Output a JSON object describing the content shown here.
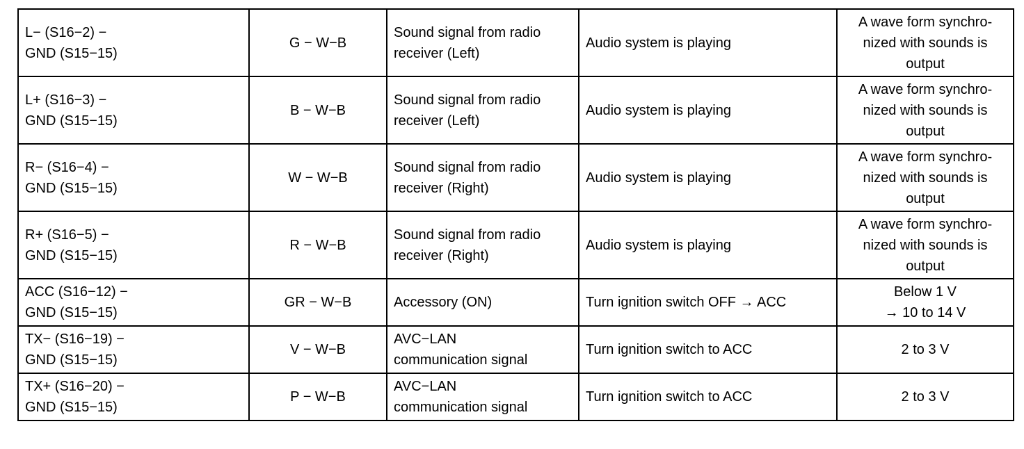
{
  "table": {
    "rows": [
      {
        "terminal": "L− (S16−2) −\nGND (S15−15)",
        "wire_color": "G − W−B",
        "description": "Sound signal from radio\nreceiver (Left)",
        "condition": "Audio system is playing",
        "specified_condition": "A wave form synchro-\nnized with sounds is\noutput"
      },
      {
        "terminal": "L+ (S16−3) −\nGND (S15−15)",
        "wire_color": "B − W−B",
        "description": "Sound signal from radio\nreceiver (Left)",
        "condition": "Audio system is playing",
        "specified_condition": "A wave form synchro-\nnized with sounds is\noutput"
      },
      {
        "terminal": "R− (S16−4) −\nGND (S15−15)",
        "wire_color": "W − W−B",
        "description": "Sound signal from radio\nreceiver (Right)",
        "condition": "Audio system is playing",
        "specified_condition": "A wave form synchro-\nnized with sounds is\noutput"
      },
      {
        "terminal": "R+ (S16−5) −\nGND (S15−15)",
        "wire_color": "R − W−B",
        "description": "Sound signal from radio\nreceiver (Right)",
        "condition": "Audio system is playing",
        "specified_condition": "A wave form synchro-\nnized with sounds is\noutput"
      },
      {
        "terminal": "ACC (S16−12) −\nGND (S15−15)",
        "wire_color": "GR − W−B",
        "description": "Accessory (ON)",
        "condition": "Turn ignition switch OFF → ACC",
        "specified_condition": "Below 1 V\n→ 10 to 14 V"
      },
      {
        "terminal": "TX− (S16−19) −\nGND (S15−15)",
        "wire_color": "V − W−B",
        "description": "AVC−LAN\ncommunication signal",
        "condition": "Turn ignition switch to ACC",
        "specified_condition": "2 to 3 V"
      },
      {
        "terminal": "TX+ (S16−20) −\nGND (S15−15)",
        "wire_color": "P − W−B",
        "description": "AVC−LAN\ncommunication signal",
        "condition": "Turn ignition switch to ACC",
        "specified_condition": "2 to 3 V"
      }
    ]
  }
}
